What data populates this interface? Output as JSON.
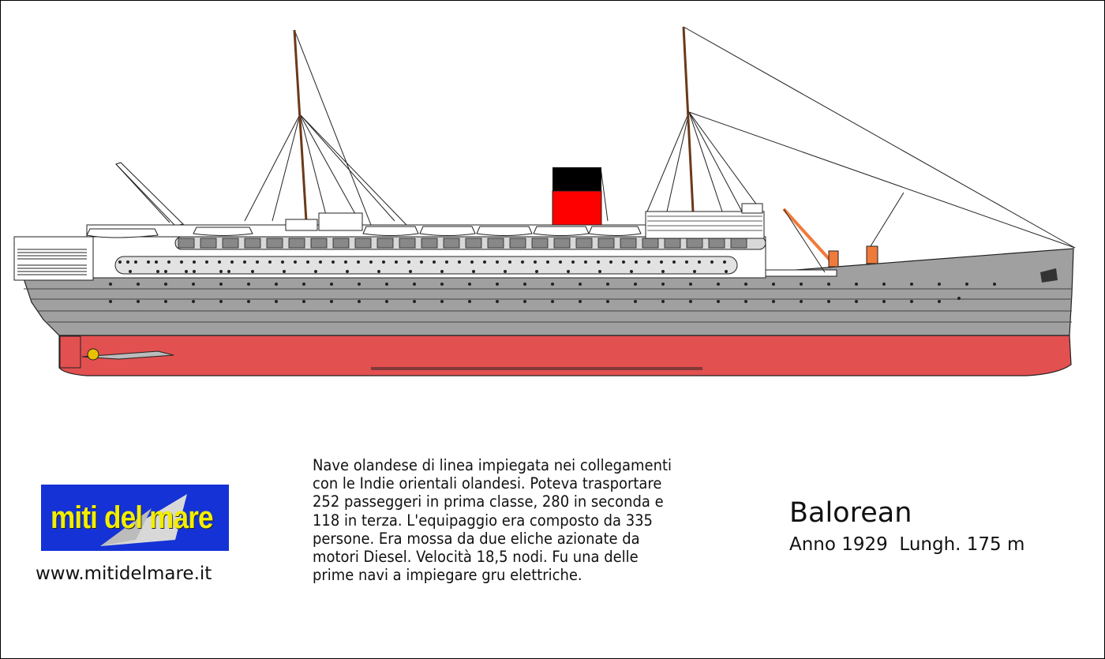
{
  "ship": {
    "name": "Balorean",
    "info": "Anno 1929  Lungh. 175 m",
    "hull_color": "#a0a0a0",
    "keel_color": "#e35050",
    "funnel_top_color": "#000000",
    "funnel_color": "#ff0000",
    "crane_color": "#f07a3a"
  },
  "description": {
    "lines": [
      "Nave olandese di linea impiegata nei collegamenti",
      "con le Indie orientali olandesi. Poteva trasportare",
      "252 passeggeri in prima classe, 280 in seconda e",
      "118 in terza. L'equipaggio era composto da 335",
      "persone. Era mossa da due eliche azionate da",
      "motori Diesel. Velocità 18,5 nodi. Fu una delle",
      "prime navi a impiegare gru elettriche."
    ]
  },
  "logo": {
    "text": "miti del mare",
    "background": "#1432d6",
    "text_color": "#f2ee00"
  },
  "website": "www.mitidelmare.it"
}
